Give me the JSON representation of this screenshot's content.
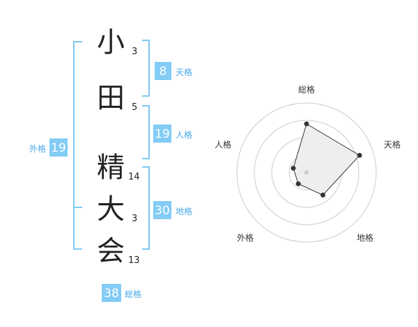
{
  "name": {
    "characters": [
      {
        "char": "小",
        "strokes": "3"
      },
      {
        "char": "田",
        "strokes": "5"
      },
      {
        "char": "精",
        "strokes": "14"
      },
      {
        "char": "大",
        "strokes": "3"
      },
      {
        "char": "会",
        "strokes": "13"
      }
    ]
  },
  "fortunes": {
    "tenkaku": {
      "value": "8",
      "label": "天格"
    },
    "jinkaku": {
      "value": "19",
      "label": "人格"
    },
    "chikaku": {
      "value": "30",
      "label": "地格"
    },
    "gaikaku": {
      "value": "19",
      "label": "外格"
    },
    "soukaku": {
      "value": "38",
      "label": "総格"
    }
  },
  "colors": {
    "badge": "#82ccf5",
    "badge_label": "#4aa8e8",
    "bracket": "#7ec8f2",
    "ring": "#cccccc",
    "polygon_fill": "#eeeeee",
    "polygon_stroke": "#333333",
    "dot": "#333333",
    "center_dot": "#cccccc"
  },
  "chart_data": {
    "type": "radar",
    "axes": [
      "総格",
      "天格",
      "地格",
      "外格",
      "人格"
    ],
    "values": [
      0.7,
      0.8,
      0.4,
      0.2,
      0.2
    ],
    "range": [
      0,
      1
    ],
    "rings": 4
  }
}
